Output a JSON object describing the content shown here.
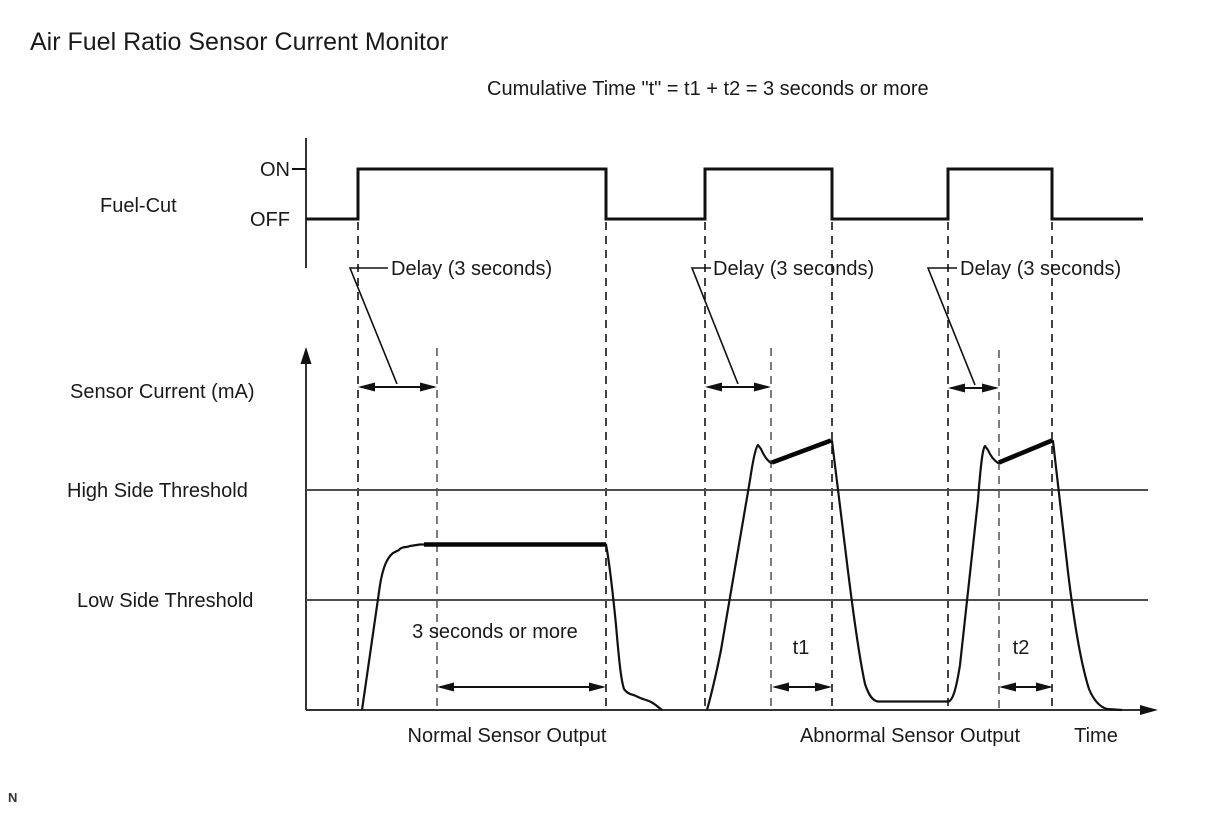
{
  "title": "Air Fuel Ratio Sensor Current Monitor",
  "subtitle": "Cumulative Time \"t\" = t1 + t2 = 3 seconds or more",
  "fuel_cut": {
    "label": "Fuel-Cut",
    "on_label": "ON",
    "off_label": "OFF",
    "delay_labels": [
      "Delay (3 seconds)",
      "Delay (3 seconds)",
      "Delay (3 seconds)"
    ]
  },
  "sensor": {
    "axis_label": "Sensor Current (mA)",
    "high_threshold_label": "High Side Threshold",
    "low_threshold_label": "Low Side Threshold",
    "duration_label": "3 seconds or more",
    "t1_label": "t1",
    "t2_label": "t2"
  },
  "x_axis": {
    "normal_label": "Normal Sensor Output",
    "abnormal_label": "Abnormal Sensor Output",
    "time_label": "Time"
  },
  "footnote": "N",
  "colors": {
    "line": "#111111",
    "threshold_line": "#4d4d4d",
    "gray_dashed_line": "#7d7d7d",
    "background": "#ffffff"
  },
  "chart_data": {
    "type": "timing-diagram",
    "title": "Air Fuel Ratio Sensor Current Monitor",
    "rule": "Cumulative Time \"t\" = t1 + t2 = 3 seconds or more",
    "signals": [
      {
        "name": "Fuel-Cut",
        "levels": [
          "ON",
          "OFF"
        ],
        "sequence": [
          "OFF",
          "ON",
          "OFF",
          "ON",
          "OFF",
          "ON",
          "OFF"
        ],
        "pulses": 3,
        "delay_after_each_rising_edge": "Delay (3 seconds)"
      },
      {
        "name": "Sensor Current (mA)",
        "thresholds": [
          "High Side Threshold",
          "Low Side Threshold"
        ],
        "segments": [
          {
            "region": "Normal Sensor Output",
            "behavior": "current rises and holds between Low Side and High Side Thresholds",
            "duration": "3 seconds or more"
          },
          {
            "region": "Abnormal Sensor Output",
            "behavior": "current spikes above High Side Threshold",
            "duration": "t1"
          },
          {
            "region": "Abnormal Sensor Output",
            "behavior": "current spikes above High Side Threshold",
            "duration": "t2"
          }
        ],
        "x_axis_label": "Time"
      }
    ]
  }
}
